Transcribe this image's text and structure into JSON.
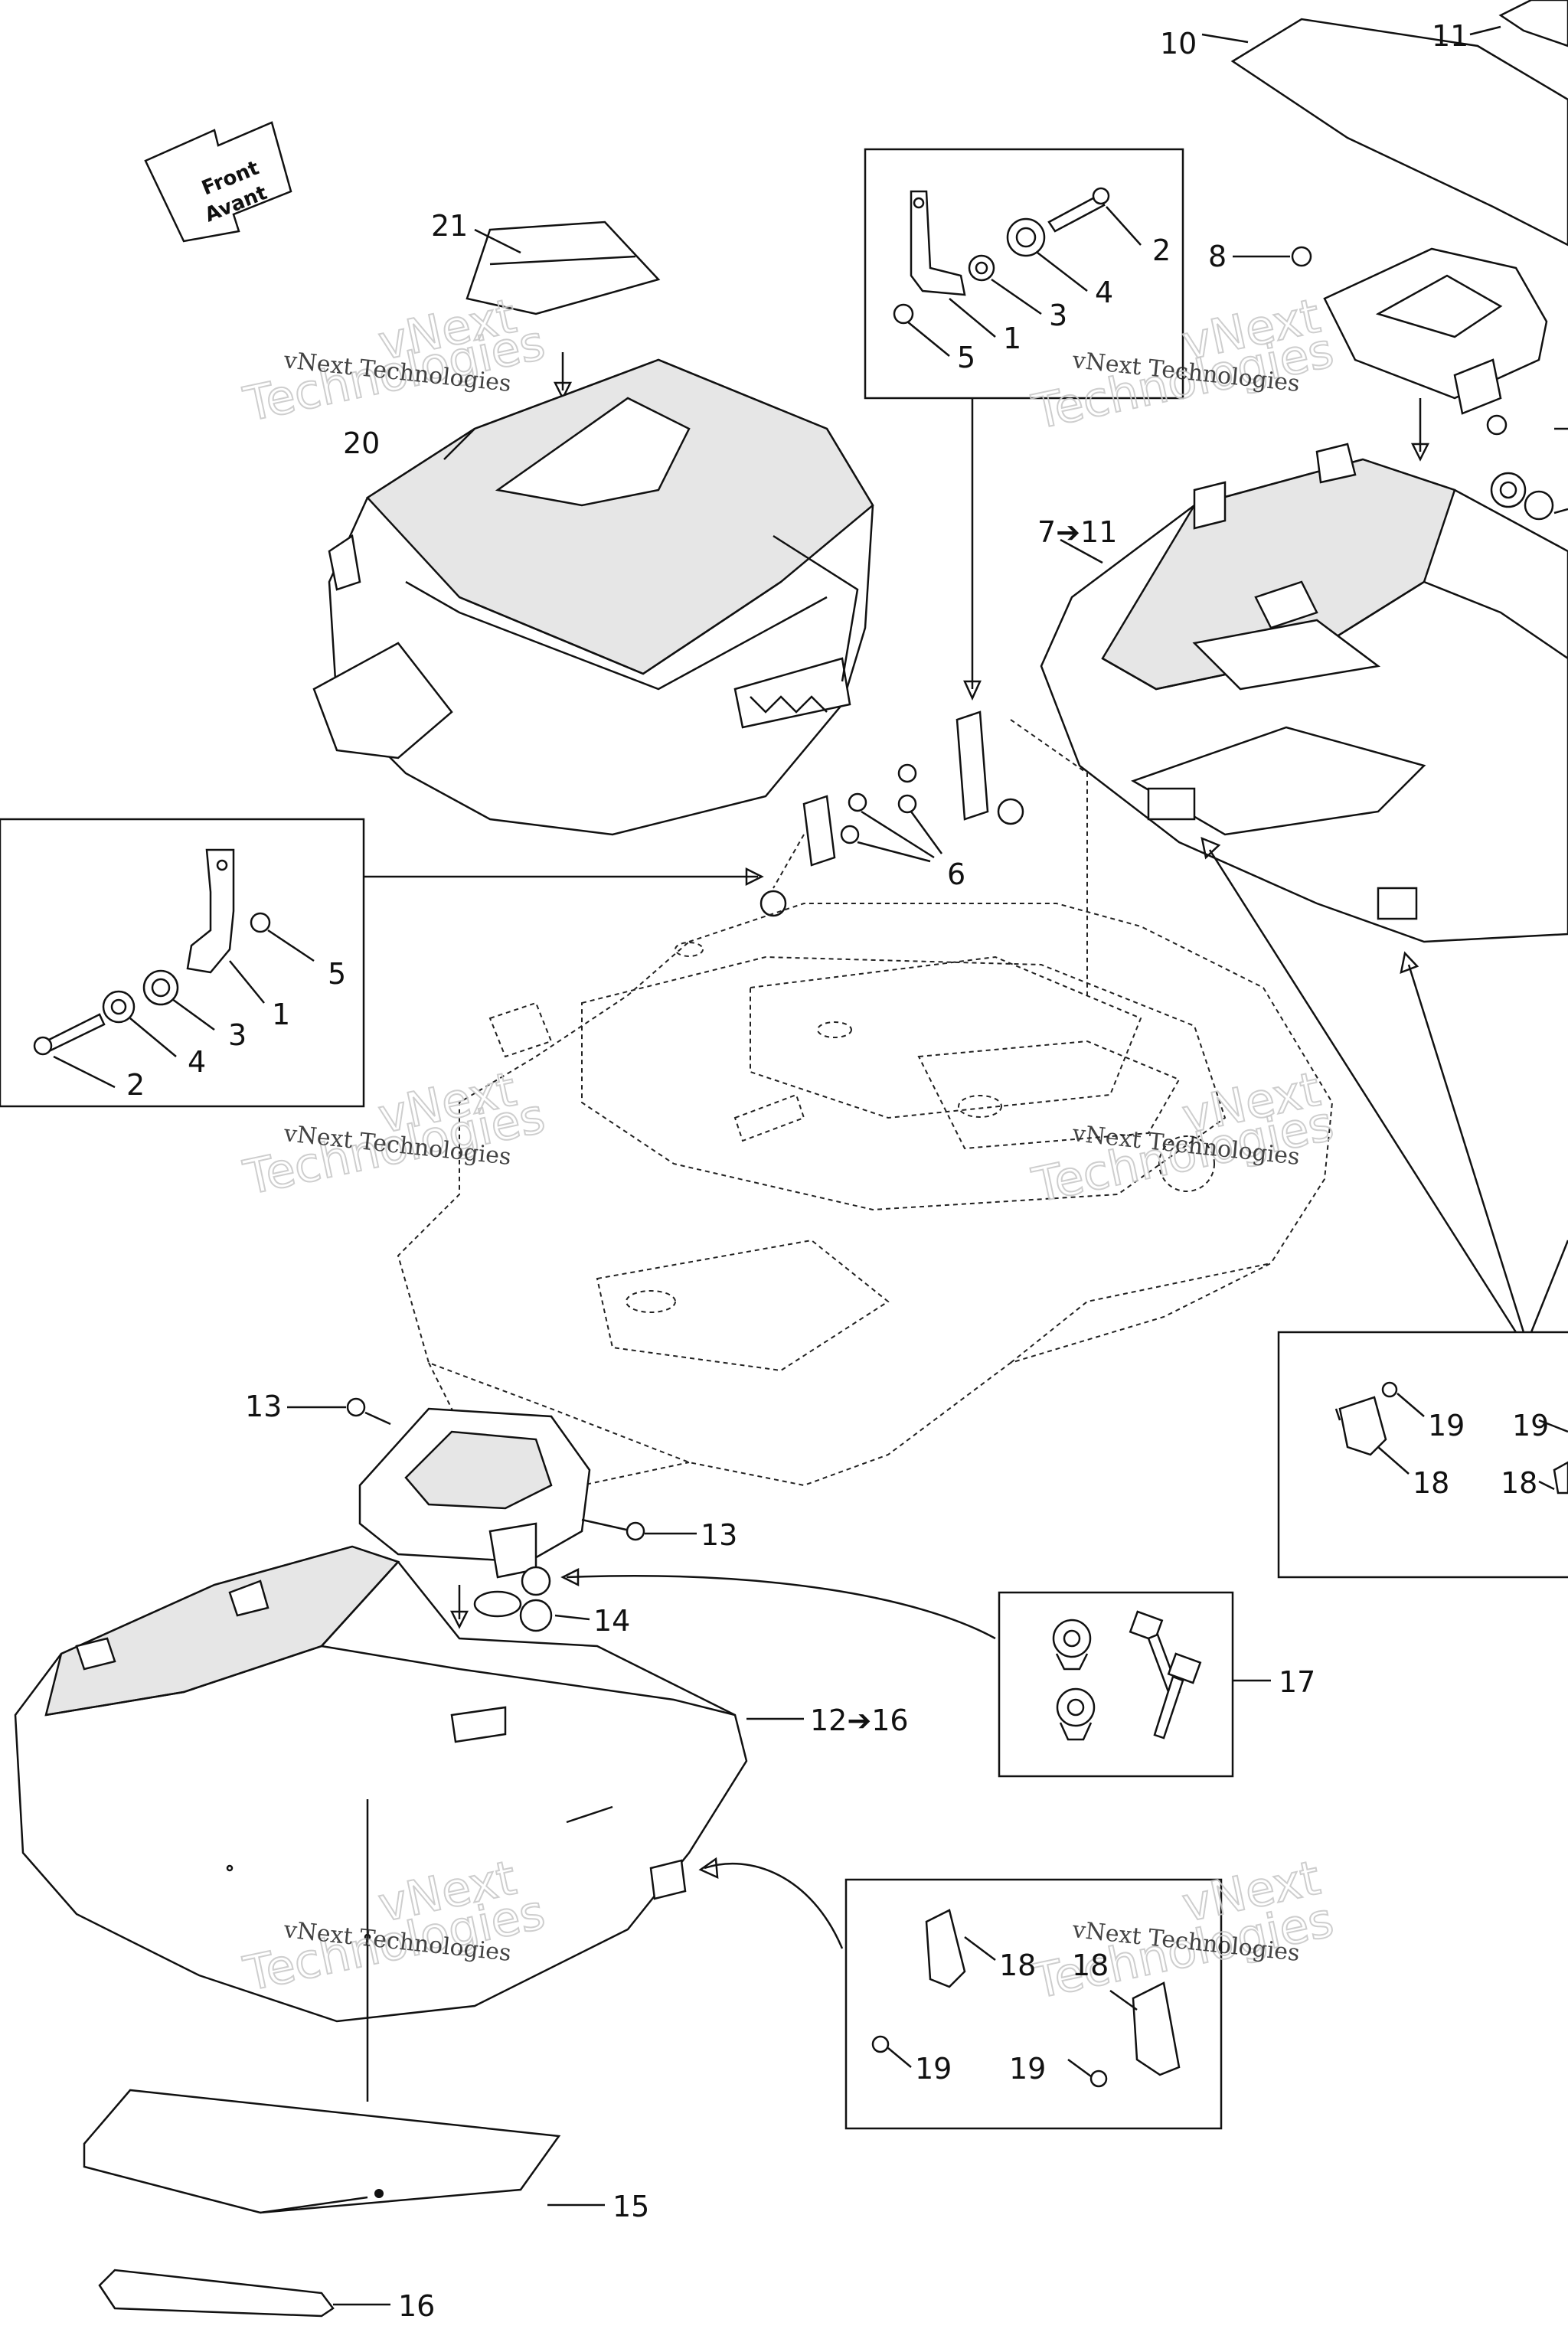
{
  "watermarks": {
    "brand_line": "vNext Technologies",
    "brand_big": "Technologies",
    "brand_top": "vNext"
  },
  "orientation": {
    "front_en": "Front",
    "front_fr": "Avant"
  },
  "callouts": {
    "c1a": "1",
    "c1b": "1",
    "c2a": "2",
    "c2b": "2",
    "c3a": "3",
    "c3b": "3",
    "c4a": "4",
    "c4b": "4",
    "c5a": "5",
    "c5b": "5",
    "c6": "6",
    "c7": "7➔11",
    "c8": "8",
    "c10": "10",
    "c11": "11",
    "c12": "12➔16",
    "c13a": "13",
    "c13b": "13",
    "c14": "14",
    "c15": "15",
    "c16": "16",
    "c17": "17",
    "c18a": "18",
    "c18b": "18",
    "c18c": "18",
    "c18d": "18",
    "c19a": "19",
    "c19b": "19",
    "c19c": "19",
    "c19d": "19",
    "c20": "20",
    "c21": "21"
  }
}
